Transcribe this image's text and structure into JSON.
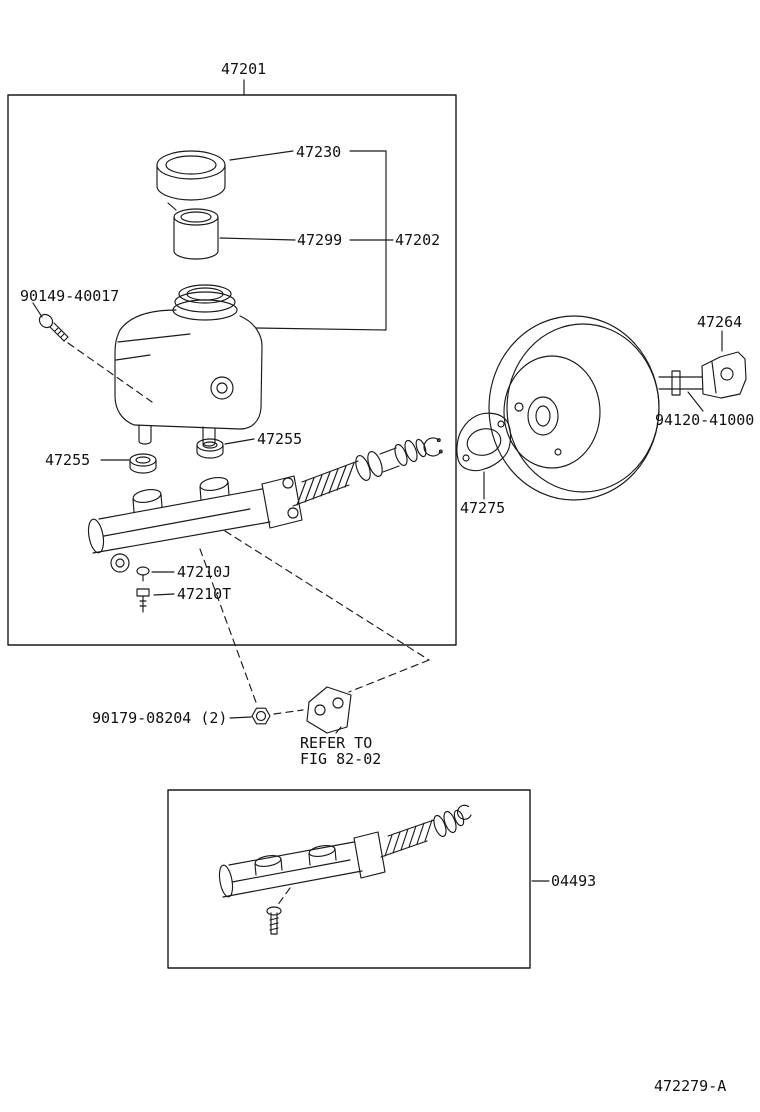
{
  "labels": {
    "assembly": "47201",
    "cap": "47230",
    "strainer": "47299",
    "reservoir": "47202",
    "reservoir_screw": "90149-40017",
    "grommet_upper": "47255",
    "grommet_lower": "47255",
    "bolt_j": "47210J",
    "bolt_t": "47210T",
    "gasket": "47275",
    "booster": "47264",
    "operating_rod": "94120-41000",
    "nut": "90179-08204 (2)",
    "refer_note_1": "REFER TO",
    "refer_note_2": "FIG 82-02",
    "cylinder_kit": "04493",
    "figure_code": "472279-A"
  },
  "line_color": "#1a1a1a"
}
